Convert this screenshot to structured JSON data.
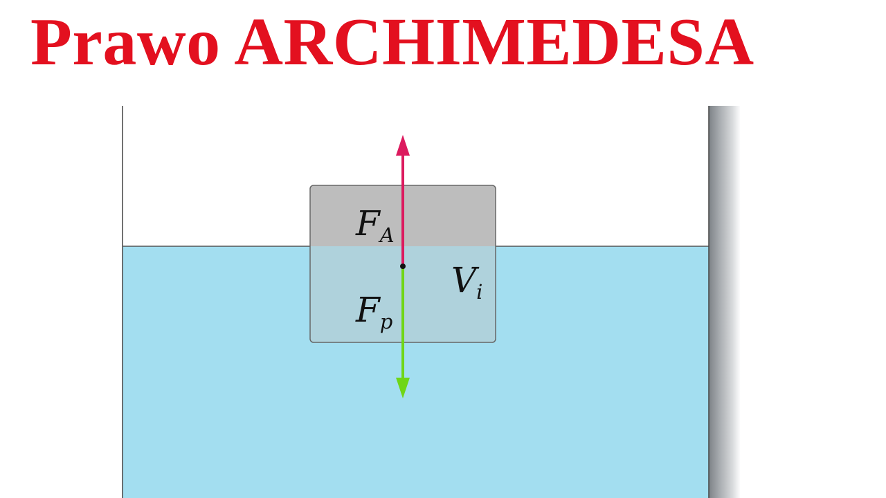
{
  "title": {
    "text": "Prawo ARCHIMEDESA",
    "color": "#e3101f"
  },
  "labels": {
    "buoyant_force": {
      "main": "F",
      "sub": "A"
    },
    "gravity_force": {
      "main": "F",
      "sub": "p"
    },
    "immersed_volume": {
      "main": "V",
      "sub": "i"
    }
  },
  "colors": {
    "water": "#a3def0",
    "block_above_water": "#bdbdbd",
    "block_submerged": "#afd2dc",
    "buoyant_arrow": "#dc1a5e",
    "gravity_arrow": "#6fd617",
    "outline": "#666666",
    "wall_shadow": "#8a8f94"
  }
}
